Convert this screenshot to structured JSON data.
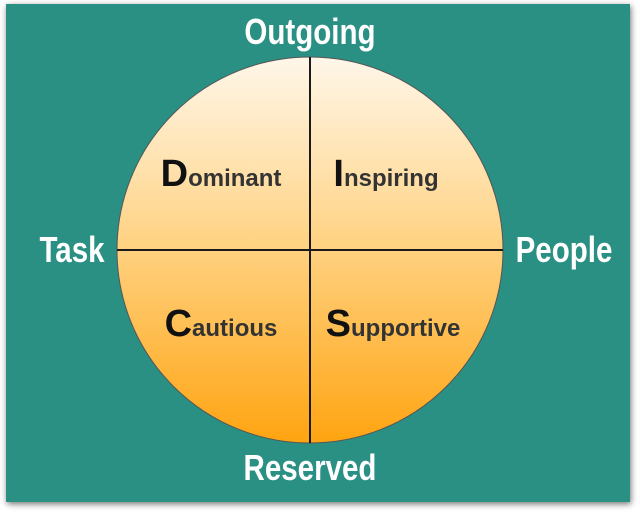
{
  "colors": {
    "background": "#2a9084",
    "circle_top": "#fff7ea",
    "circle_bottom": "#ffa411",
    "divider": "#1a1a1a",
    "label": "#ffffff"
  },
  "axes": {
    "top": "Outgoing",
    "bottom": "Reserved",
    "left": "Task",
    "right": "People"
  },
  "quadrants": [
    {
      "initial": "D",
      "rest": "ominant"
    },
    {
      "initial": "I",
      "rest": "nspiring"
    },
    {
      "initial": "C",
      "rest": "autious"
    },
    {
      "initial": "S",
      "rest": "upportive"
    }
  ]
}
